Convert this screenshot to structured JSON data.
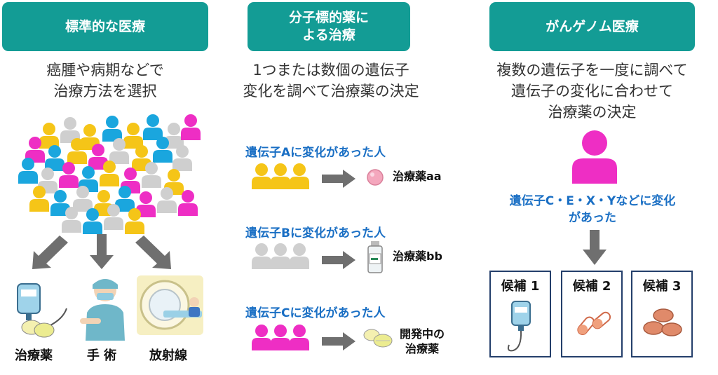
{
  "columns": [
    {
      "title": "標準的な医療",
      "description": [
        "癌腫や病期などで",
        "治療方法を選択"
      ],
      "treatments": [
        "治療薬",
        "手 術",
        "放射線"
      ]
    },
    {
      "title_lines": [
        "分子標的薬に",
        "よる治療"
      ],
      "description": [
        "1つまたは数個の遺伝子",
        "変化を調べて治療薬の決定"
      ],
      "groups": [
        {
          "label": "遺伝子Aに変化があった人",
          "result": [
            "治療薬aa"
          ],
          "person_color": "#f5c518"
        },
        {
          "label": "遺伝子Bに変化があった人",
          "result": [
            "治療薬bb"
          ],
          "person_color": "#cfcfcf"
        },
        {
          "label": "遺伝子Cに変化があった人",
          "result": [
            "開発中の",
            "治療薬"
          ],
          "person_color": "#ee2ec4"
        }
      ]
    },
    {
      "title": "がんゲノム医療",
      "description": [
        "複数の遺伝子を一度に調べて",
        "遺伝子の変化に合わせて",
        "治療薬の決定"
      ],
      "finding": [
        "遺伝子C・E・X・Yなどに変化",
        "があった"
      ],
      "candidates": [
        "候補 1",
        "候補 2",
        "候補 3"
      ]
    }
  ],
  "colors": {
    "header_teal": "#139c95",
    "label_blue": "#1a6fc4",
    "arrow_gray": "#6f6f6f",
    "magenta": "#ee2ec4",
    "yellow": "#f5c518",
    "cyan": "#1aa6de",
    "gray": "#cfcfcf",
    "candidate_border": "#243f6b"
  }
}
